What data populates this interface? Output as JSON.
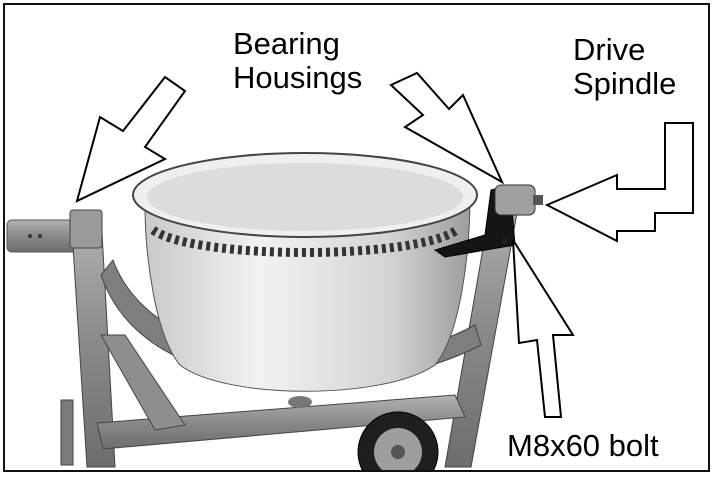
{
  "figure": {
    "labels": {
      "bearing": [
        "Bearing",
        "Housings"
      ],
      "drive": [
        "Drive",
        "Spindle"
      ],
      "bolt": "M8x60 bolt"
    },
    "colors": {
      "frame_metal": "#8c8c8c",
      "drum": "#d9d9d9",
      "drum_rim": "#bfbfbf",
      "arrow_fill": "#ffffff",
      "arrow_stroke": "#000000"
    }
  }
}
